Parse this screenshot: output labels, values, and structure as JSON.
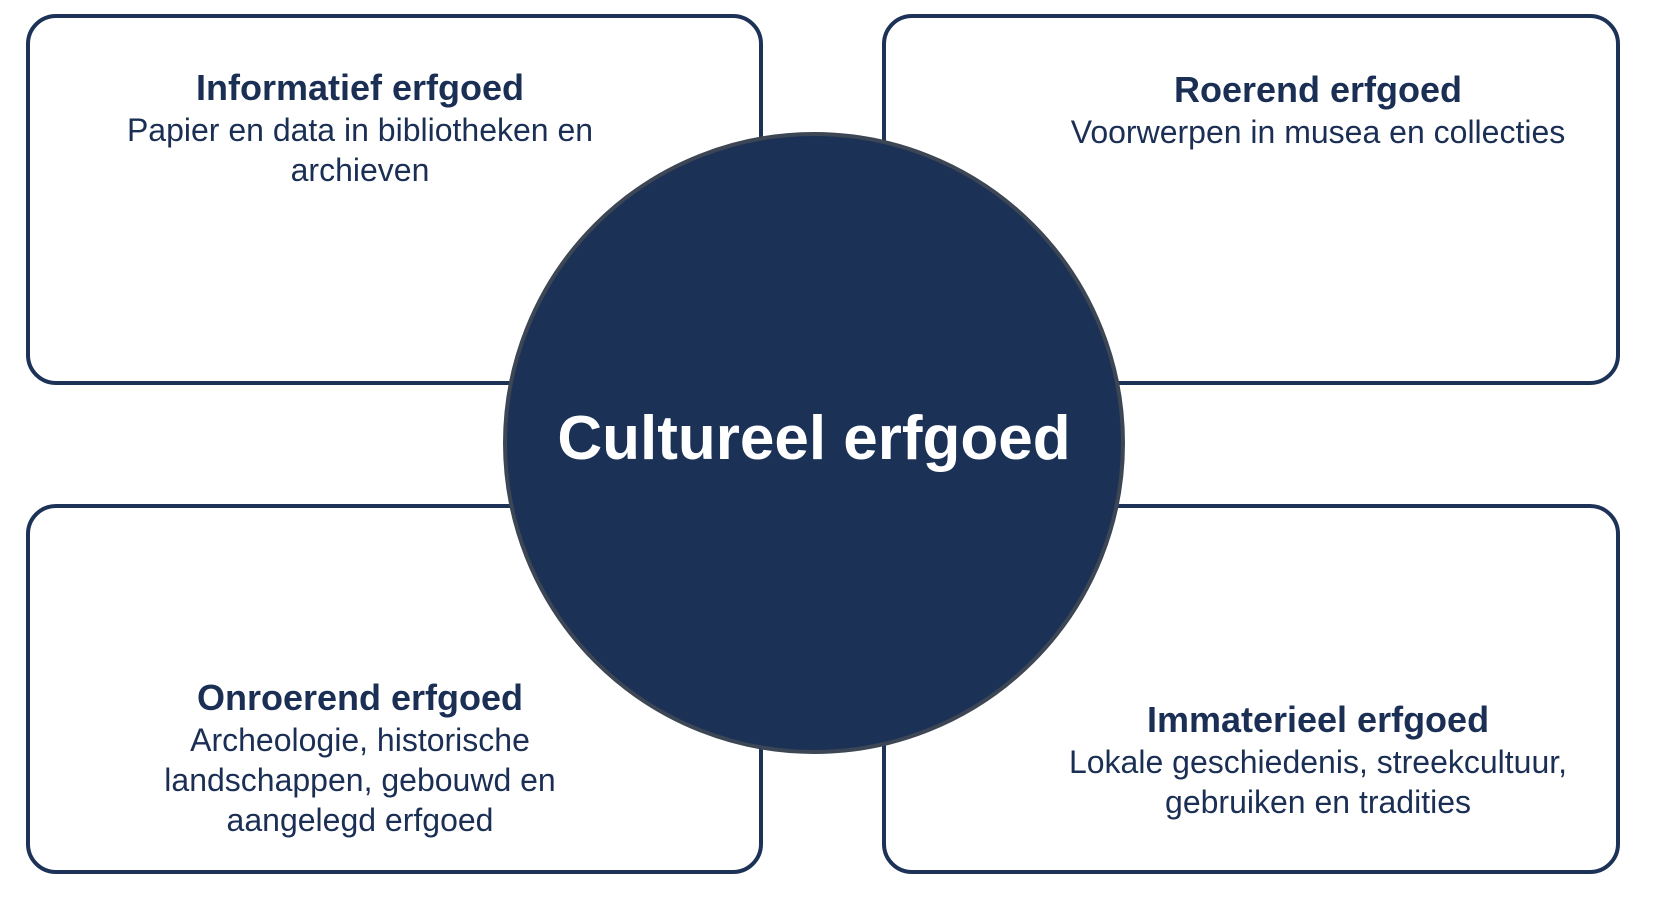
{
  "diagram": {
    "center": {
      "label": "Cultureel erfgoed",
      "fill_color": "#1b3256",
      "text_color": "#ffffff"
    },
    "quadrants": [
      {
        "position": "top-left",
        "title": "Informatief erfgoed",
        "description_lines": [
          "Papier en data in bibliotheken en",
          "archieven"
        ]
      },
      {
        "position": "top-right",
        "title": "Roerend erfgoed",
        "description_lines": [
          "Voorwerpen in musea en collecties"
        ]
      },
      {
        "position": "bottom-left",
        "title": "Onroerend erfgoed",
        "description_lines": [
          "Archeologie, historische",
          "landschappen, gebouwd en",
          "aangelegd erfgoed"
        ]
      },
      {
        "position": "bottom-right",
        "title": "Immaterieel erfgoed",
        "description_lines": [
          "Lokale geschiedenis, streekcultuur,",
          "gebruiken en tradities"
        ]
      }
    ],
    "colors": {
      "accent": "#1b3256",
      "box_border": "#1d3257",
      "background": "#ffffff"
    }
  }
}
